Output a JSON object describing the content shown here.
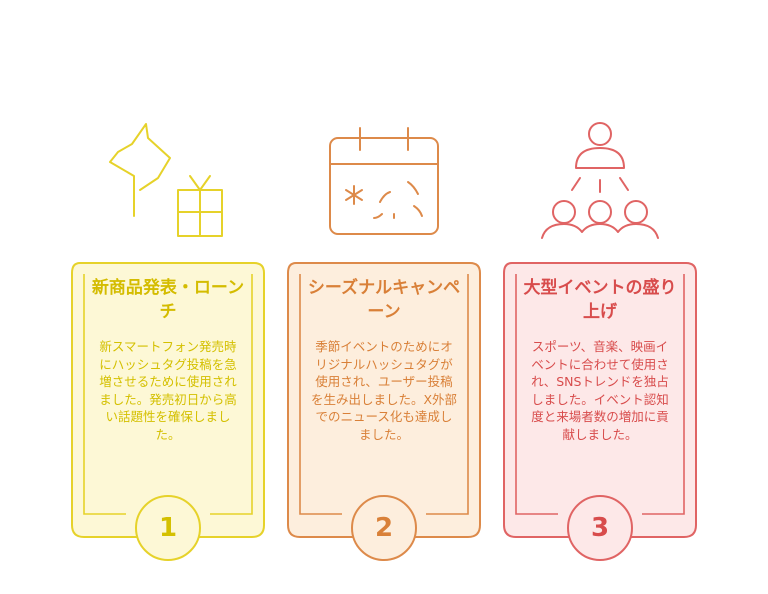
{
  "steps": [
    {
      "title": "新商品発表・ローンチ",
      "body": "新スマートフォン発売時にハッシュタグ投稿を急増させるために使用されました。発売初日から高い話題性を確保しました。",
      "number": "1",
      "icon": "horse-and-gift-icon",
      "colors": {
        "stroke": "#e6d22a",
        "fill": "#fdf8d6",
        "text": "#d4c000",
        "title": "#d4bc00"
      }
    },
    {
      "title": "シーズナルキャンペーン",
      "body": "季節イベントのためにオリジナルハッシュタグが使用され、ユーザー投稿を生み出しました。X外部でのニュース化も達成しました。",
      "number": "2",
      "icon": "calendar-fireworks-icon",
      "colors": {
        "stroke": "#dd8a4a",
        "fill": "#fdeedd",
        "text": "#d98038",
        "title": "#d98038"
      }
    },
    {
      "title": "大型イベントの盛り上げ",
      "body": "スポーツ、音楽、映画イベントに合わせて使用され、SNSトレンドを独占しました。イベント認知度と来場者数の増加に貢献しました。",
      "number": "3",
      "icon": "group-broadcast-icon",
      "colors": {
        "stroke": "#e06464",
        "fill": "#fde8e8",
        "text": "#d84c4c",
        "title": "#d84c4c"
      }
    }
  ]
}
